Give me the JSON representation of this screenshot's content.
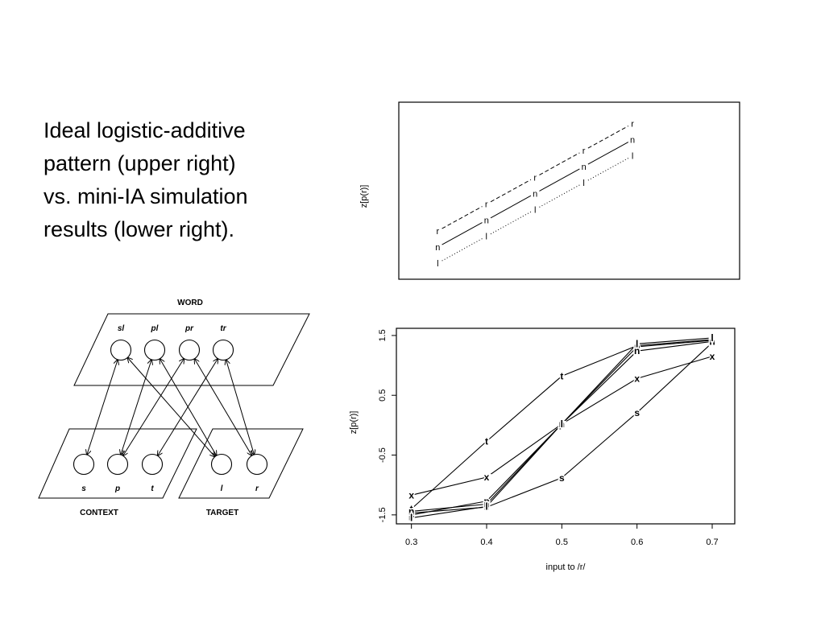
{
  "caption": {
    "lines": [
      "Ideal logistic-additive",
      "pattern (upper right)",
      "vs. mini-IA simulation",
      "results (lower right)."
    ]
  },
  "network": {
    "word_title": "WORD",
    "context_title": "CONTEXT",
    "target_title": "TARGET",
    "word_units": [
      "sl",
      "pl",
      "pr",
      "tr"
    ],
    "context_units": [
      "s",
      "p",
      "t"
    ],
    "target_units": [
      "l",
      "r"
    ],
    "connections": [
      {
        "word": "sl",
        "letter": "s"
      },
      {
        "word": "sl",
        "letter": "l"
      },
      {
        "word": "pl",
        "letter": "p"
      },
      {
        "word": "pl",
        "letter": "l"
      },
      {
        "word": "pr",
        "letter": "p"
      },
      {
        "word": "pr",
        "letter": "r"
      },
      {
        "word": "tr",
        "letter": "t"
      },
      {
        "word": "tr",
        "letter": "r"
      }
    ]
  },
  "chart_data": [
    {
      "type": "line",
      "title": "",
      "xlabel": "",
      "ylabel": "z[p(r)]",
      "x": [
        1,
        2,
        3,
        4,
        5
      ],
      "series": [
        {
          "name": "r",
          "marker": "r",
          "line_style": "dashed",
          "values": [
            1.6,
            2.6,
            3.6,
            4.6,
            5.6
          ]
        },
        {
          "name": "n",
          "marker": "n",
          "line_style": "solid",
          "values": [
            1.0,
            2.0,
            3.0,
            4.0,
            5.0
          ]
        },
        {
          "name": "l",
          "marker": "l",
          "line_style": "dotted",
          "values": [
            0.4,
            1.4,
            2.4,
            3.4,
            4.4
          ]
        }
      ],
      "ylim": [
        -0.2,
        6.4
      ],
      "xlim": [
        0.2,
        7.2
      ],
      "axes_ticks_shown": false,
      "grid": false
    },
    {
      "type": "line",
      "title": "",
      "xlabel": "input to /r/",
      "ylabel": "z[p(r)]",
      "x": [
        0.3,
        0.4,
        0.5,
        0.6,
        0.7
      ],
      "x_ticks": [
        "0.3",
        "0.4",
        "0.5",
        "0.6",
        "0.7"
      ],
      "y_ticks": [
        "-1.5",
        "-0.5",
        "0.5",
        "1.5"
      ],
      "y_tick_values": [
        -1.5,
        -0.5,
        0.5,
        1.5
      ],
      "xlim": [
        0.28,
        0.73
      ],
      "ylim": [
        -1.65,
        1.62
      ],
      "grid": false,
      "series": [
        {
          "name": "t",
          "marker": "t",
          "values": [
            -1.4,
            -0.27,
            0.82,
            1.33,
            1.43
          ]
        },
        {
          "name": "x",
          "marker": "x",
          "values": [
            -1.17,
            -0.87,
            0.02,
            0.78,
            1.15
          ]
        },
        {
          "name": "s",
          "marker": "s",
          "values": [
            -1.47,
            -1.37,
            -0.88,
            0.21,
            1.38
          ]
        },
        {
          "name": "p",
          "marker": "p",
          "values": [
            -1.5,
            -1.27,
            0.02,
            1.31,
            1.42
          ]
        },
        {
          "name": "n",
          "marker": "n",
          "values": [
            -1.44,
            -1.32,
            0.02,
            1.24,
            1.4
          ]
        },
        {
          "name": "l",
          "marker": "l",
          "values": [
            -1.55,
            -1.36,
            0.02,
            1.36,
            1.46
          ]
        }
      ]
    }
  ]
}
